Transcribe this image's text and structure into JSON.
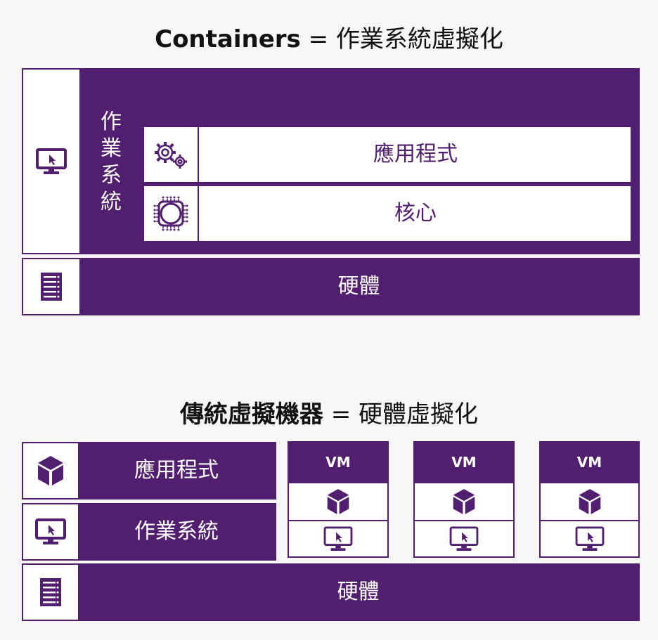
{
  "containers": {
    "title_bold": "Containers",
    "title_rest": " = 作業系統虛擬化",
    "os_vertical_label": "作業系統",
    "app_label": "應用程式",
    "kernel_label": "核心",
    "hardware_label": "硬體",
    "icons": [
      "monitor-icon",
      "gears-icon",
      "chip-icon",
      "server-icon"
    ]
  },
  "vms": {
    "title_bold": "傳統虛擬機器",
    "title_rest": " = 硬體虛擬化",
    "app_label": "應用程式",
    "os_label": "作業系統",
    "hardware_label": "硬體",
    "vm_labels": [
      "VM",
      "VM",
      "VM"
    ],
    "icons": [
      "cube-icon",
      "monitor-icon",
      "server-icon"
    ]
  },
  "colors": {
    "accent": "#521e6f",
    "background": "#f7f7f7",
    "panel": "#ffffff"
  }
}
